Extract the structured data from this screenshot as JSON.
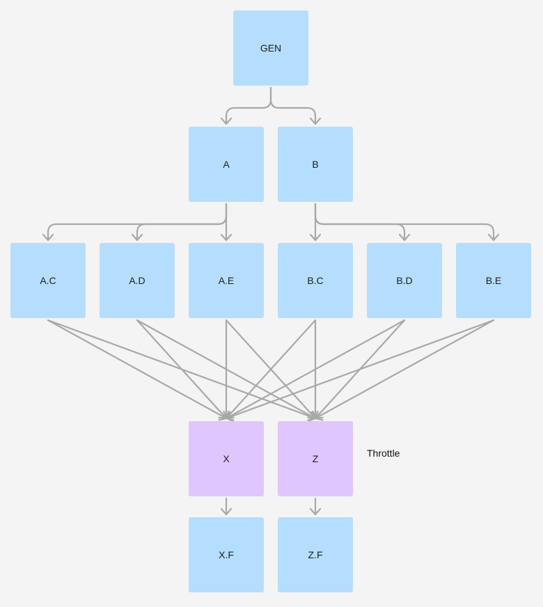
{
  "colors": {
    "node_fill": "#b5defe",
    "throttle_node_fill": "#e0c6fe",
    "edge": "#a8a8a8",
    "background": "#f4f4f4",
    "text": "#1c1c1c"
  },
  "nodes": [
    {
      "id": "GEN",
      "label": "GEN",
      "kind": "default"
    },
    {
      "id": "A",
      "label": "A",
      "kind": "default"
    },
    {
      "id": "B",
      "label": "B",
      "kind": "default"
    },
    {
      "id": "A.C",
      "label": "A.C",
      "kind": "default"
    },
    {
      "id": "A.D",
      "label": "A.D",
      "kind": "default"
    },
    {
      "id": "A.E",
      "label": "A.E",
      "kind": "default"
    },
    {
      "id": "B.C",
      "label": "B.C",
      "kind": "default"
    },
    {
      "id": "B.D",
      "label": "B.D",
      "kind": "default"
    },
    {
      "id": "B.E",
      "label": "B.E",
      "kind": "default"
    },
    {
      "id": "X",
      "label": "X",
      "kind": "throttle"
    },
    {
      "id": "Z",
      "label": "Z",
      "kind": "throttle"
    },
    {
      "id": "X.F",
      "label": "X.F",
      "kind": "default"
    },
    {
      "id": "Z.F",
      "label": "Z.F",
      "kind": "default"
    }
  ],
  "edges": [
    {
      "from": "GEN",
      "to": "A"
    },
    {
      "from": "GEN",
      "to": "B"
    },
    {
      "from": "A",
      "to": "A.C"
    },
    {
      "from": "A",
      "to": "A.D"
    },
    {
      "from": "A",
      "to": "A.E"
    },
    {
      "from": "B",
      "to": "B.C"
    },
    {
      "from": "B",
      "to": "B.D"
    },
    {
      "from": "B",
      "to": "B.E"
    },
    {
      "from": "A.C",
      "to": "X"
    },
    {
      "from": "A.C",
      "to": "Z"
    },
    {
      "from": "A.D",
      "to": "X"
    },
    {
      "from": "A.D",
      "to": "Z"
    },
    {
      "from": "A.E",
      "to": "X"
    },
    {
      "from": "A.E",
      "to": "Z"
    },
    {
      "from": "B.C",
      "to": "X"
    },
    {
      "from": "B.C",
      "to": "Z"
    },
    {
      "from": "B.D",
      "to": "X"
    },
    {
      "from": "B.D",
      "to": "Z"
    },
    {
      "from": "B.E",
      "to": "X"
    },
    {
      "from": "B.E",
      "to": "Z"
    },
    {
      "from": "X",
      "to": "X.F"
    },
    {
      "from": "Z",
      "to": "Z.F"
    }
  ],
  "annotation": {
    "text": "Throttle"
  }
}
